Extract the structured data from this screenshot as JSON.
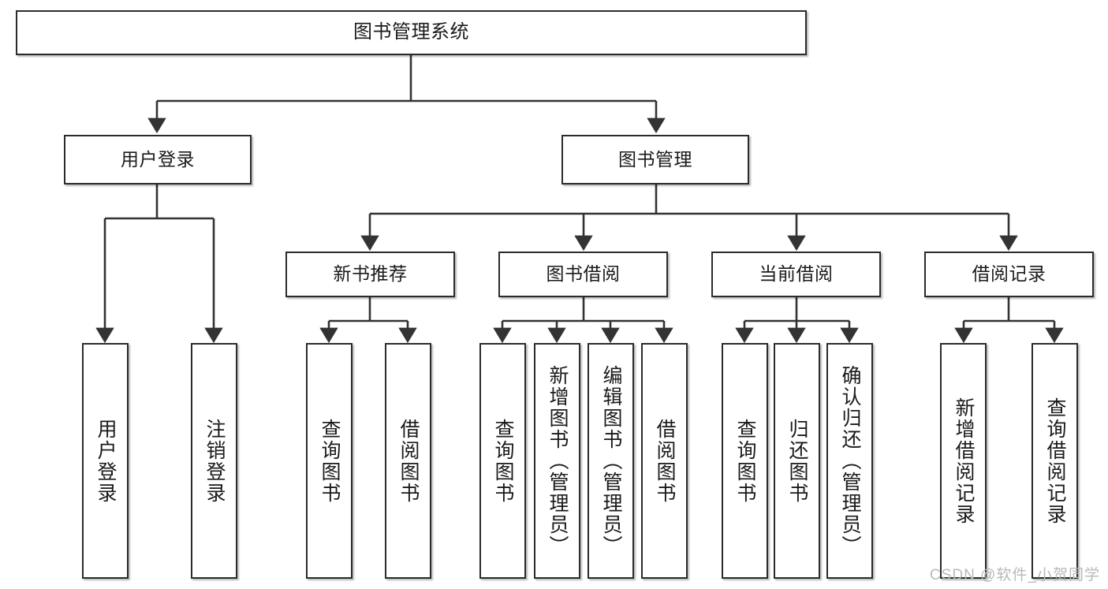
{
  "diagram": {
    "title": "图书管理系统",
    "type": "tree",
    "watermark": "CSDN @软件_小贺同学",
    "colors": {
      "node_border": "#2b2b2b",
      "node_fill": "#ffffff",
      "edge": "#333333",
      "text": "#1a1a1a",
      "watermark": "#b9b9b9",
      "background": "#ffffff"
    },
    "nodes": {
      "root": {
        "label": "图书管理系统"
      },
      "level2": [
        {
          "label": "用户登录"
        },
        {
          "label": "图书管理"
        }
      ],
      "level3": [
        {
          "label": "新书推荐"
        },
        {
          "label": "图书借阅"
        },
        {
          "label": "当前借阅"
        },
        {
          "label": "借阅记录"
        }
      ],
      "leaves": {
        "user_login": [
          {
            "label": "用户登录"
          },
          {
            "label": "注销登录"
          }
        ],
        "new_book": [
          {
            "label": "查询图书"
          },
          {
            "label": "借阅图书"
          }
        ],
        "book_borrow": [
          {
            "label": "查询图书"
          },
          {
            "label": "新增图书（管理员）"
          },
          {
            "label": "编辑图书（管理员）"
          },
          {
            "label": "借阅图书"
          }
        ],
        "current_borrow": [
          {
            "label": "查询图书"
          },
          {
            "label": "归还图书"
          },
          {
            "label": "确认归还（管理员）"
          }
        ],
        "borrow_record": [
          {
            "label": "新增借阅记录"
          },
          {
            "label": "查询借阅记录"
          }
        ]
      }
    }
  }
}
